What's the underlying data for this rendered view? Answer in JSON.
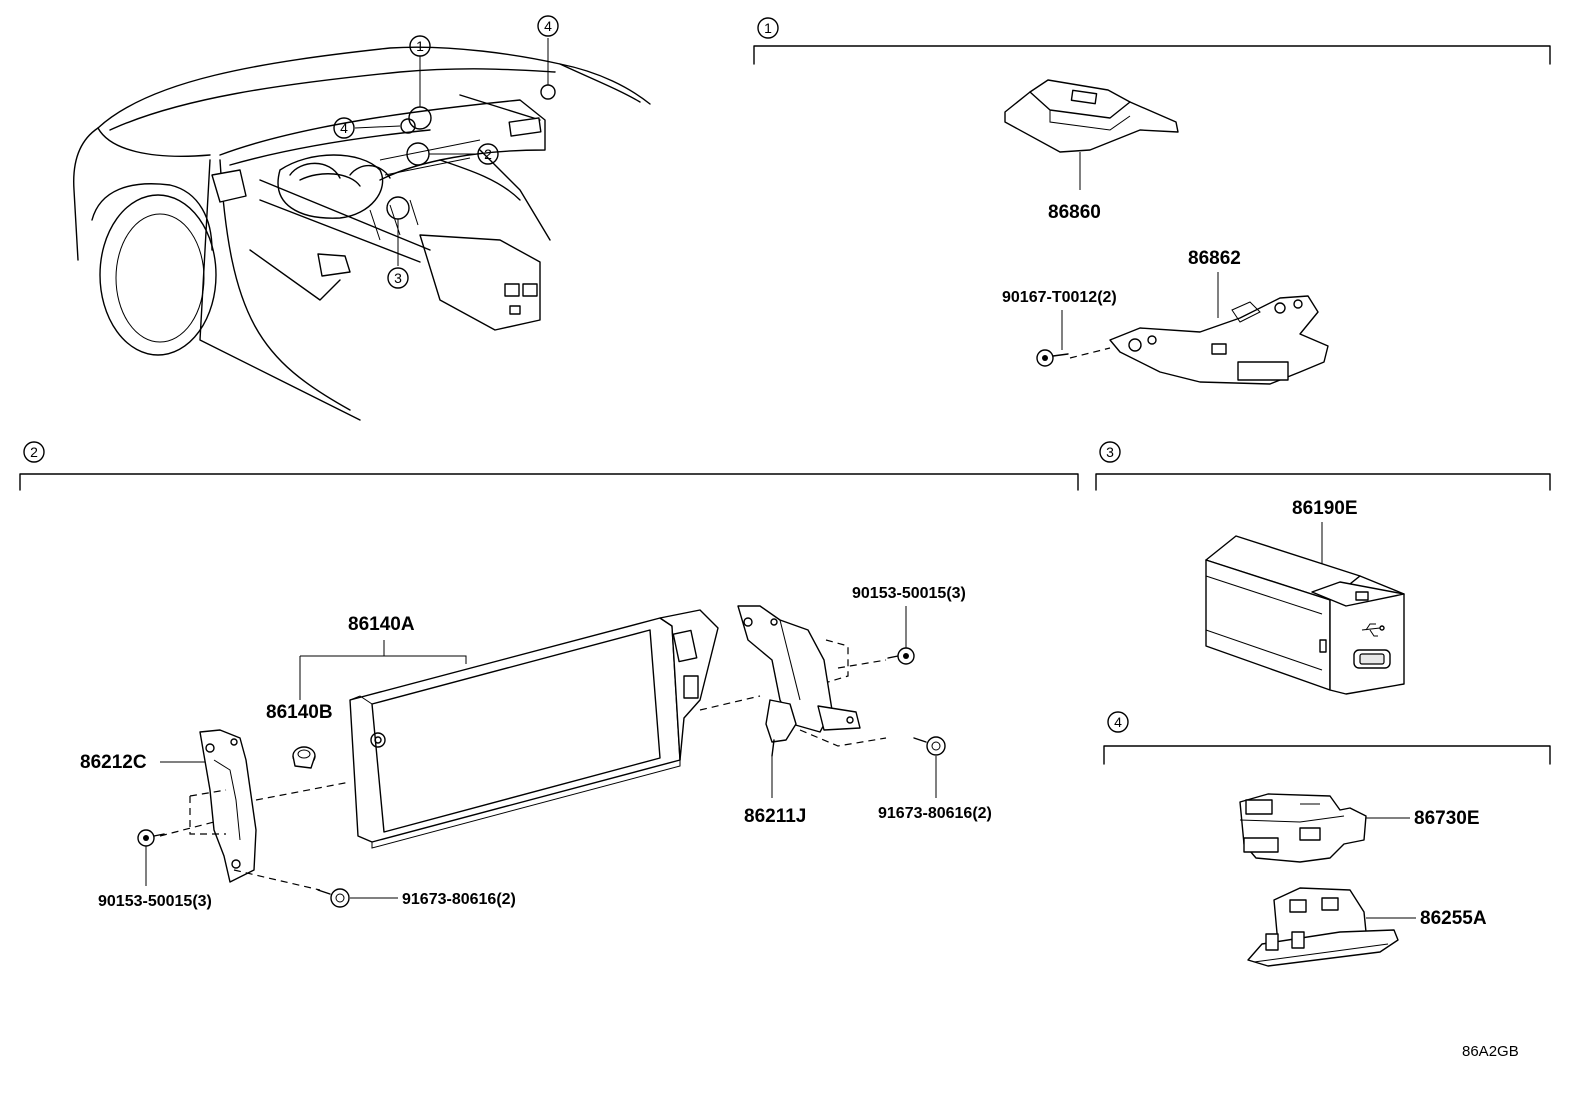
{
  "callouts": {
    "c1": "1",
    "c2": "2",
    "c3": "3",
    "c4": "4"
  },
  "section_markers": {
    "s1": "1",
    "s2": "2",
    "s3": "3",
    "s4": "4"
  },
  "parts": {
    "p86860": "86860",
    "p86862": "86862",
    "p90167": "90167-T0012(2)",
    "p86140A": "86140A",
    "p86140B": "86140B",
    "p86212C": "86212C",
    "p90153_left": "90153-50015(3)",
    "p91673_left": "91673-80616(2)",
    "p90153_right": "90153-50015(3)",
    "p86211J": "86211J",
    "p91673_right": "91673-80616(2)",
    "p86190E": "86190E",
    "p86730E": "86730E",
    "p86255A": "86255A"
  },
  "diagram_code": "86A2GB"
}
